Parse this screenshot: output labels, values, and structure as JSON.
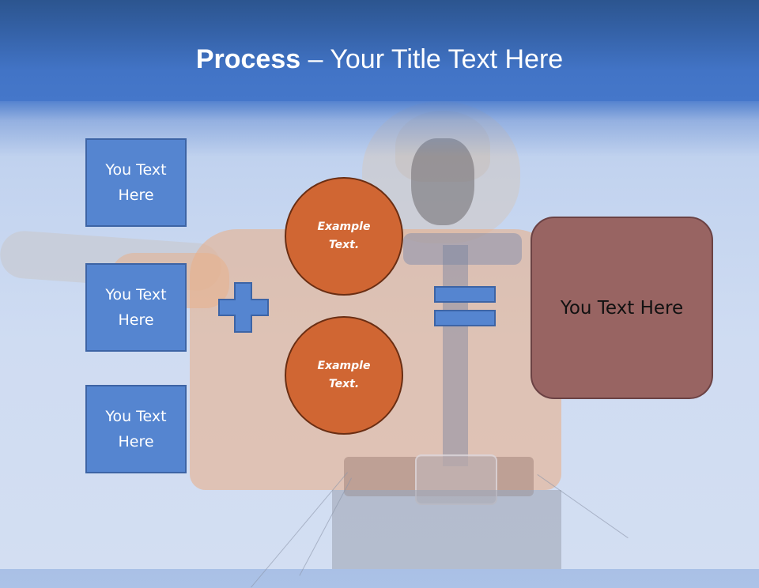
{
  "slide": {
    "title": {
      "bold": "Process",
      "rest": " – Your Title Text Here"
    },
    "left_boxes": [
      {
        "label": "You Text Here"
      },
      {
        "label": "You Text Here"
      },
      {
        "label": "You Text Here"
      }
    ],
    "circles": [
      {
        "label": "Example Text."
      },
      {
        "label": "Example Text."
      }
    ],
    "operators": {
      "plus": "plus-icon",
      "equals": "equals-icon"
    },
    "result_box": {
      "label": "You Text Here"
    },
    "colors": {
      "header_top": "#2c558f",
      "header_bottom": "#4577ca",
      "box_fill": "#5585d0",
      "box_border": "#3d64a5",
      "circle_fill": "#d06633",
      "circle_border": "#6a2e13",
      "result_fill": "#986462",
      "result_border": "#6b4244"
    }
  }
}
